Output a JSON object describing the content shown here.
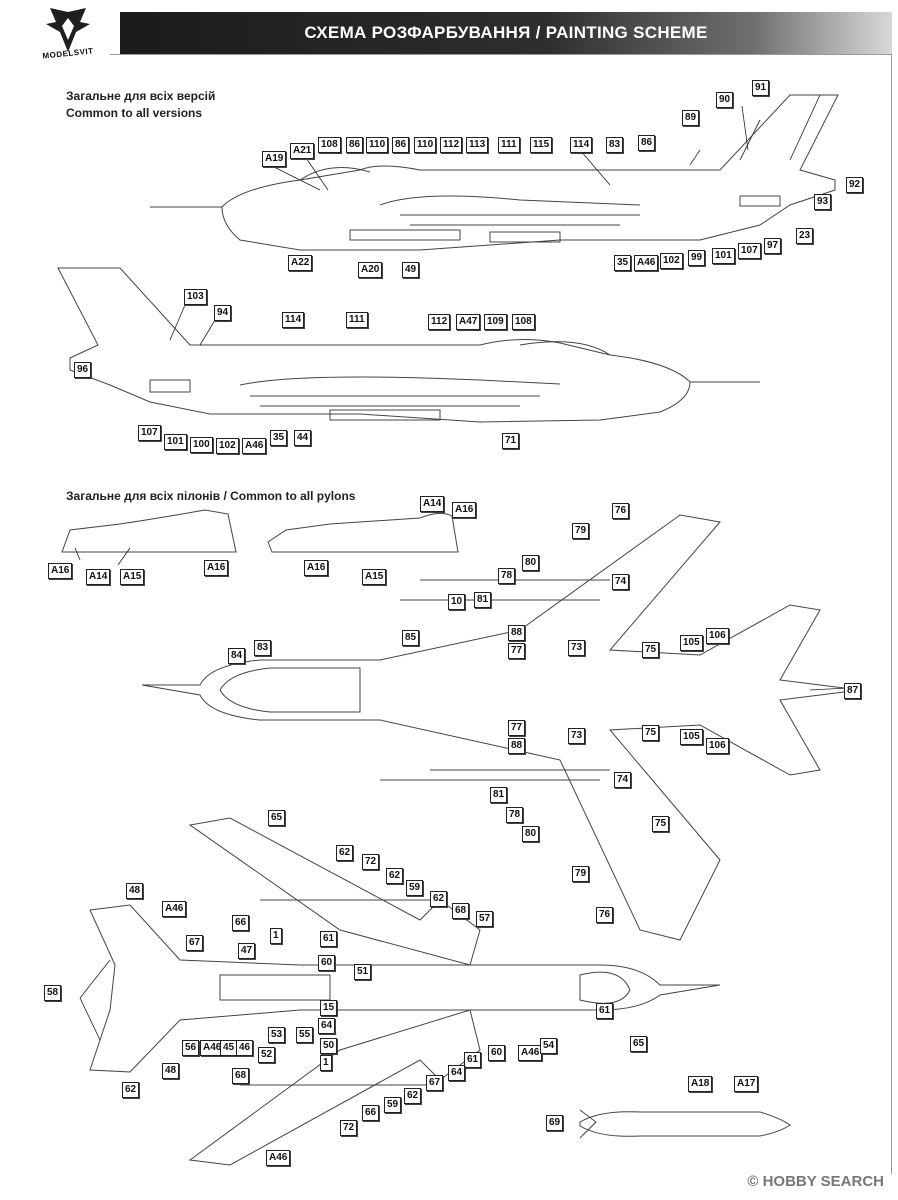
{
  "header": {
    "title": "СХЕМА РОЗФАРБУВАННЯ  / PAINTING  SCHEME",
    "logo_text": "MODELSVIT"
  },
  "sections": {
    "common_versions": [
      "Загальне для всіх версій",
      "Common to all versions"
    ],
    "common_pylons": "Загальне для всіх пілонів / Common to all pylons"
  },
  "watermark": {
    "brand": "HOBBY",
    "search": "SEARCH",
    "trademark": "©"
  },
  "callouts": {
    "side_top": [
      "A19",
      "A21",
      "108",
      "86",
      "110",
      "86",
      "110",
      "112",
      "113",
      "111",
      "115",
      "114",
      "83",
      "86",
      "89",
      "90",
      "91",
      "92",
      "93",
      "23",
      "97",
      "107",
      "101",
      "99",
      "102",
      "A46",
      "35",
      "A20",
      "49",
      "A22"
    ],
    "side_bottom": [
      "103",
      "94",
      "96",
      "114",
      "111",
      "112",
      "A47",
      "109",
      "108",
      "107",
      "101",
      "100",
      "102",
      "A46",
      "35",
      "44",
      "71"
    ],
    "pylons": [
      "A16",
      "A14",
      "A15",
      "A16",
      "A14",
      "A16",
      "A16",
      "A15"
    ],
    "bottom_view": [
      "76",
      "79",
      "80",
      "81",
      "78",
      "10",
      "74",
      "88",
      "77",
      "73",
      "75",
      "85",
      "84",
      "83",
      "105",
      "106",
      "87",
      "105",
      "106",
      "75",
      "77",
      "88",
      "73",
      "74",
      "81",
      "78",
      "80",
      "75",
      "79",
      "76"
    ],
    "top_view": [
      "65",
      "62",
      "72",
      "62",
      "59",
      "48",
      "A46",
      "66",
      "1",
      "61",
      "60",
      "62",
      "68",
      "57",
      "67",
      "47",
      "51",
      "58",
      "15",
      "64",
      "61",
      "60",
      "A46",
      "54",
      "56",
      "A46",
      "45",
      "46",
      "53",
      "55",
      "52",
      "50",
      "1",
      "61",
      "64",
      "67",
      "68",
      "62",
      "66",
      "59",
      "72",
      "62",
      "48",
      "A46",
      "65"
    ],
    "bomb": [
      "A18",
      "A17",
      "69"
    ]
  },
  "colors": {
    "ink": "#222222",
    "header_dark": "#1b1b1b",
    "header_light": "#d8d8d8"
  }
}
